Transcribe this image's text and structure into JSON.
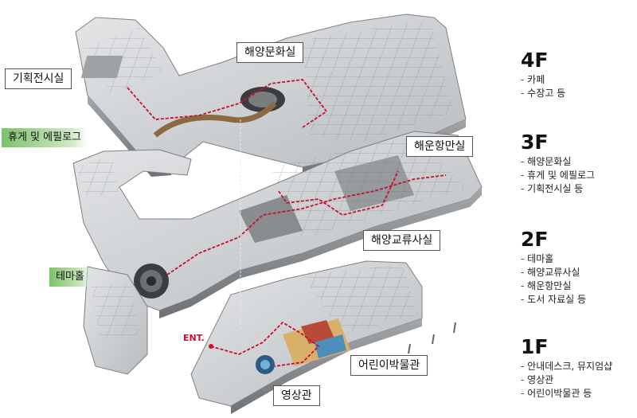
{
  "labels": {
    "special_exhibition": "기획전시실",
    "marine_culture": "해양문화실",
    "rest_epilogue": "휴게 및 에필로그",
    "shipping_port": "해운항만실",
    "marine_exchange": "해양교류사실",
    "theme_hall": "테마홀",
    "ent": "ENT.",
    "childrens_museum": "어린이박물관",
    "cinema": "영상관"
  },
  "floors": [
    {
      "title": "4F",
      "items": [
        "카페",
        "수장고 등"
      ]
    },
    {
      "title": "3F",
      "items": [
        "해양문화실",
        "휴게 및 에필로그",
        "기획전시실 등"
      ]
    },
    {
      "title": "2F",
      "items": [
        "테마홀",
        "해양교류사실",
        "해운항만실",
        "도서 자료실 등"
      ]
    },
    {
      "title": "1F",
      "items": [
        "안내데스크, 뮤지엄샵",
        "영상관",
        "어린이박물관 등"
      ]
    }
  ],
  "colors": {
    "route": "#c8102e",
    "label_green": "#7cc26a",
    "floor_slab": "#c9cbcd",
    "slab_edge": "#8d9093"
  }
}
